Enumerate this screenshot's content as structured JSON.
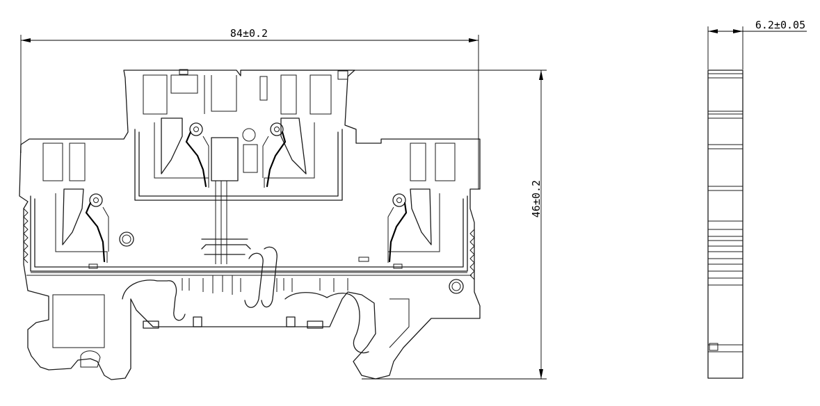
{
  "dimensions": {
    "width": "84±0.2",
    "height": "46±0.2",
    "thickness": "6.2±0.05"
  }
}
